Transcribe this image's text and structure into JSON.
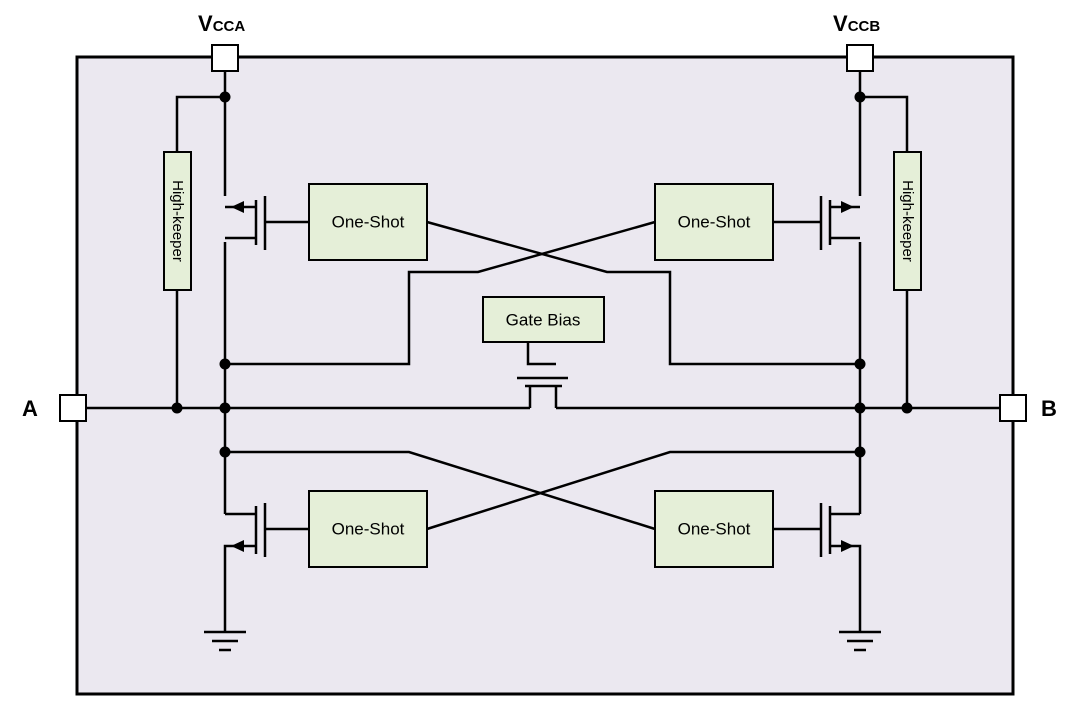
{
  "pins": {
    "vcca": {
      "main": "V",
      "sub": "CCA"
    },
    "vccb": {
      "main": "V",
      "sub": "CCB"
    },
    "a": "A",
    "b": "B"
  },
  "blocks": {
    "one_shot_top_left": "One-Shot",
    "one_shot_top_right": "One-Shot",
    "one_shot_bottom_left": "One-Shot",
    "one_shot_bottom_right": "One-Shot",
    "gate_bias": "Gate Bias",
    "high_keeper_left": "High-keeper",
    "high_keeper_right": "High-keeper"
  },
  "colors": {
    "chip_fill": "#ebe8f0",
    "block_fill": "#e5efd8",
    "wire": "#000000"
  }
}
